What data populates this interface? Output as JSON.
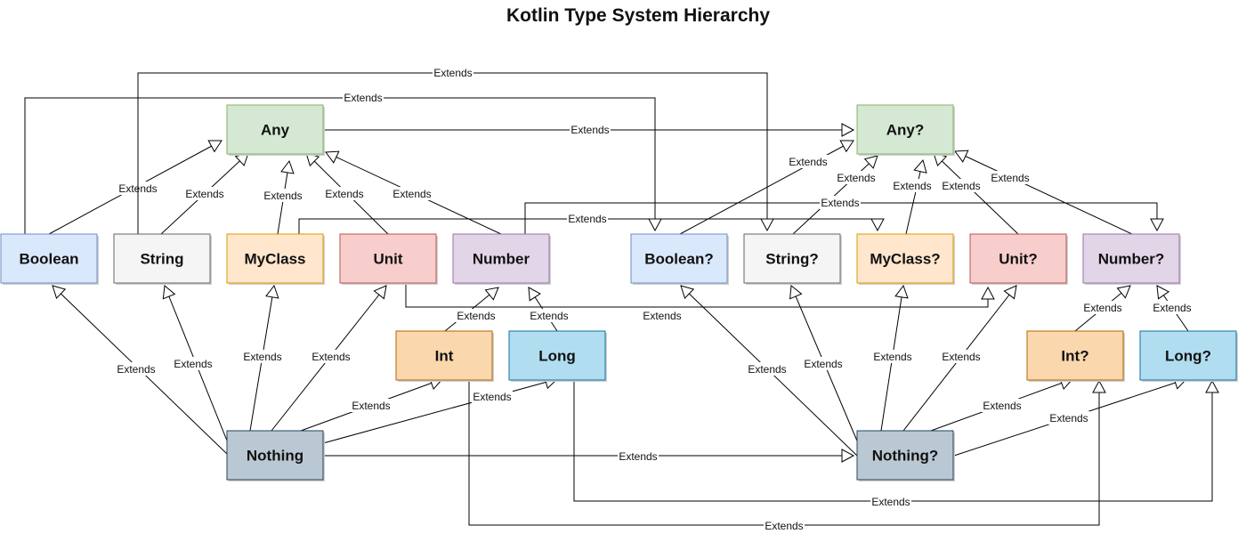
{
  "title": "Kotlin Type System Hierarchy",
  "edge_label": "Extends",
  "colors": {
    "green": {
      "fill": "#d5e8d4",
      "stroke": "#82b366"
    },
    "blue": {
      "fill": "#dae8fc",
      "stroke": "#6c8ebf"
    },
    "gray": {
      "fill": "#f5f5f5",
      "stroke": "#666666"
    },
    "orange": {
      "fill": "#ffe6cc",
      "stroke": "#d79b00"
    },
    "red": {
      "fill": "#f8cecc",
      "stroke": "#b85450"
    },
    "purple": {
      "fill": "#e1d5e7",
      "stroke": "#9673a6"
    },
    "amber": {
      "fill": "#fad7ac",
      "stroke": "#b46504"
    },
    "cyan": {
      "fill": "#b1ddf0",
      "stroke": "#10739e"
    },
    "slate": {
      "fill": "#bac8d3",
      "stroke": "#23445d"
    }
  },
  "nodes": [
    {
      "id": "any",
      "label": "Any",
      "color": "green"
    },
    {
      "id": "boolean",
      "label": "Boolean",
      "color": "blue"
    },
    {
      "id": "string",
      "label": "String",
      "color": "gray"
    },
    {
      "id": "myclass",
      "label": "MyClass",
      "color": "orange"
    },
    {
      "id": "unit",
      "label": "Unit",
      "color": "red"
    },
    {
      "id": "number",
      "label": "Number",
      "color": "purple"
    },
    {
      "id": "int",
      "label": "Int",
      "color": "amber"
    },
    {
      "id": "long",
      "label": "Long",
      "color": "cyan"
    },
    {
      "id": "nothing",
      "label": "Nothing",
      "color": "slate"
    },
    {
      "id": "anyq",
      "label": "Any?",
      "color": "green"
    },
    {
      "id": "booleanq",
      "label": "Boolean?",
      "color": "blue"
    },
    {
      "id": "stringq",
      "label": "String?",
      "color": "gray"
    },
    {
      "id": "myclassq",
      "label": "MyClass?",
      "color": "orange"
    },
    {
      "id": "unitq",
      "label": "Unit?",
      "color": "red"
    },
    {
      "id": "numberq",
      "label": "Number?",
      "color": "purple"
    },
    {
      "id": "intq",
      "label": "Int?",
      "color": "amber"
    },
    {
      "id": "longq",
      "label": "Long?",
      "color": "cyan"
    },
    {
      "id": "nothingq",
      "label": "Nothing?",
      "color": "slate"
    }
  ],
  "edges": [
    {
      "from": "boolean",
      "to": "any"
    },
    {
      "from": "string",
      "to": "any"
    },
    {
      "from": "myclass",
      "to": "any"
    },
    {
      "from": "unit",
      "to": "any"
    },
    {
      "from": "number",
      "to": "any"
    },
    {
      "from": "int",
      "to": "number"
    },
    {
      "from": "long",
      "to": "number"
    },
    {
      "from": "nothing",
      "to": "boolean"
    },
    {
      "from": "nothing",
      "to": "string"
    },
    {
      "from": "nothing",
      "to": "myclass"
    },
    {
      "from": "nothing",
      "to": "unit"
    },
    {
      "from": "nothing",
      "to": "int"
    },
    {
      "from": "nothing",
      "to": "long"
    },
    {
      "from": "booleanq",
      "to": "anyq"
    },
    {
      "from": "stringq",
      "to": "anyq"
    },
    {
      "from": "myclassq",
      "to": "anyq"
    },
    {
      "from": "unitq",
      "to": "anyq"
    },
    {
      "from": "numberq",
      "to": "anyq"
    },
    {
      "from": "intq",
      "to": "numberq"
    },
    {
      "from": "longq",
      "to": "numberq"
    },
    {
      "from": "nothingq",
      "to": "booleanq"
    },
    {
      "from": "nothingq",
      "to": "stringq"
    },
    {
      "from": "nothingq",
      "to": "myclassq"
    },
    {
      "from": "nothingq",
      "to": "unitq"
    },
    {
      "from": "nothingq",
      "to": "intq"
    },
    {
      "from": "nothingq",
      "to": "longq"
    },
    {
      "from": "any",
      "to": "anyq"
    },
    {
      "from": "nothing",
      "to": "nothingq"
    },
    {
      "from": "boolean",
      "to": "booleanq"
    },
    {
      "from": "string",
      "to": "stringq"
    },
    {
      "from": "myclass",
      "to": "myclassq"
    },
    {
      "from": "unit",
      "to": "unitq"
    },
    {
      "from": "number",
      "to": "numberq"
    },
    {
      "from": "int",
      "to": "intq"
    },
    {
      "from": "long",
      "to": "longq"
    }
  ]
}
